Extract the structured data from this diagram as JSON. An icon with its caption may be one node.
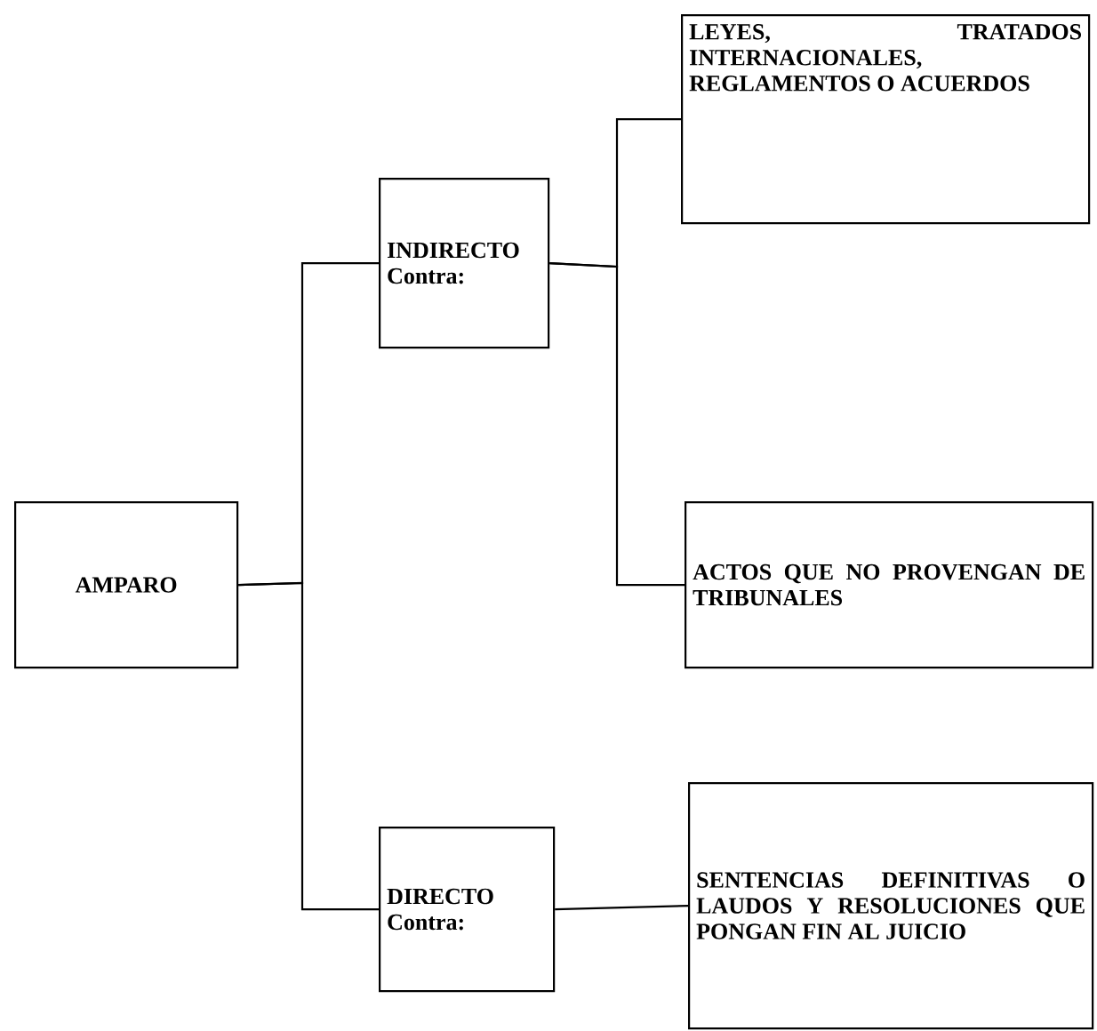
{
  "diagram": {
    "nodes": [
      {
        "text": [
          "AMPARO"
        ]
      },
      {
        "text": [
          "INDIRECTO Contra:"
        ]
      },
      {
        "text": [
          "LEYES, TRATADOS INTERNACIONALES, REGLAMENTOS O ACUERDOS"
        ]
      },
      {
        "text": [
          "ACTOS QUE NO PROVENGAN DE TRIBUNALES"
        ]
      },
      {
        "text": [
          "DIRECTO Contra:"
        ]
      },
      {
        "text": [
          "SENTENCIAS DEFINITIVAS O LAUDOS Y RESOLUCIONES QUE PONGAN FIN AL JUICIO"
        ]
      }
    ],
    "edges": [
      {
        "from": 0,
        "to": 1,
        "arrow": "none"
      },
      {
        "from": 0,
        "to": 4,
        "arrow": "none"
      },
      {
        "from": 1,
        "to": 2,
        "arrow": "none"
      },
      {
        "from": 1,
        "to": 3,
        "arrow": "none"
      },
      {
        "from": 4,
        "to": 5,
        "arrow": "none"
      }
    ]
  }
}
